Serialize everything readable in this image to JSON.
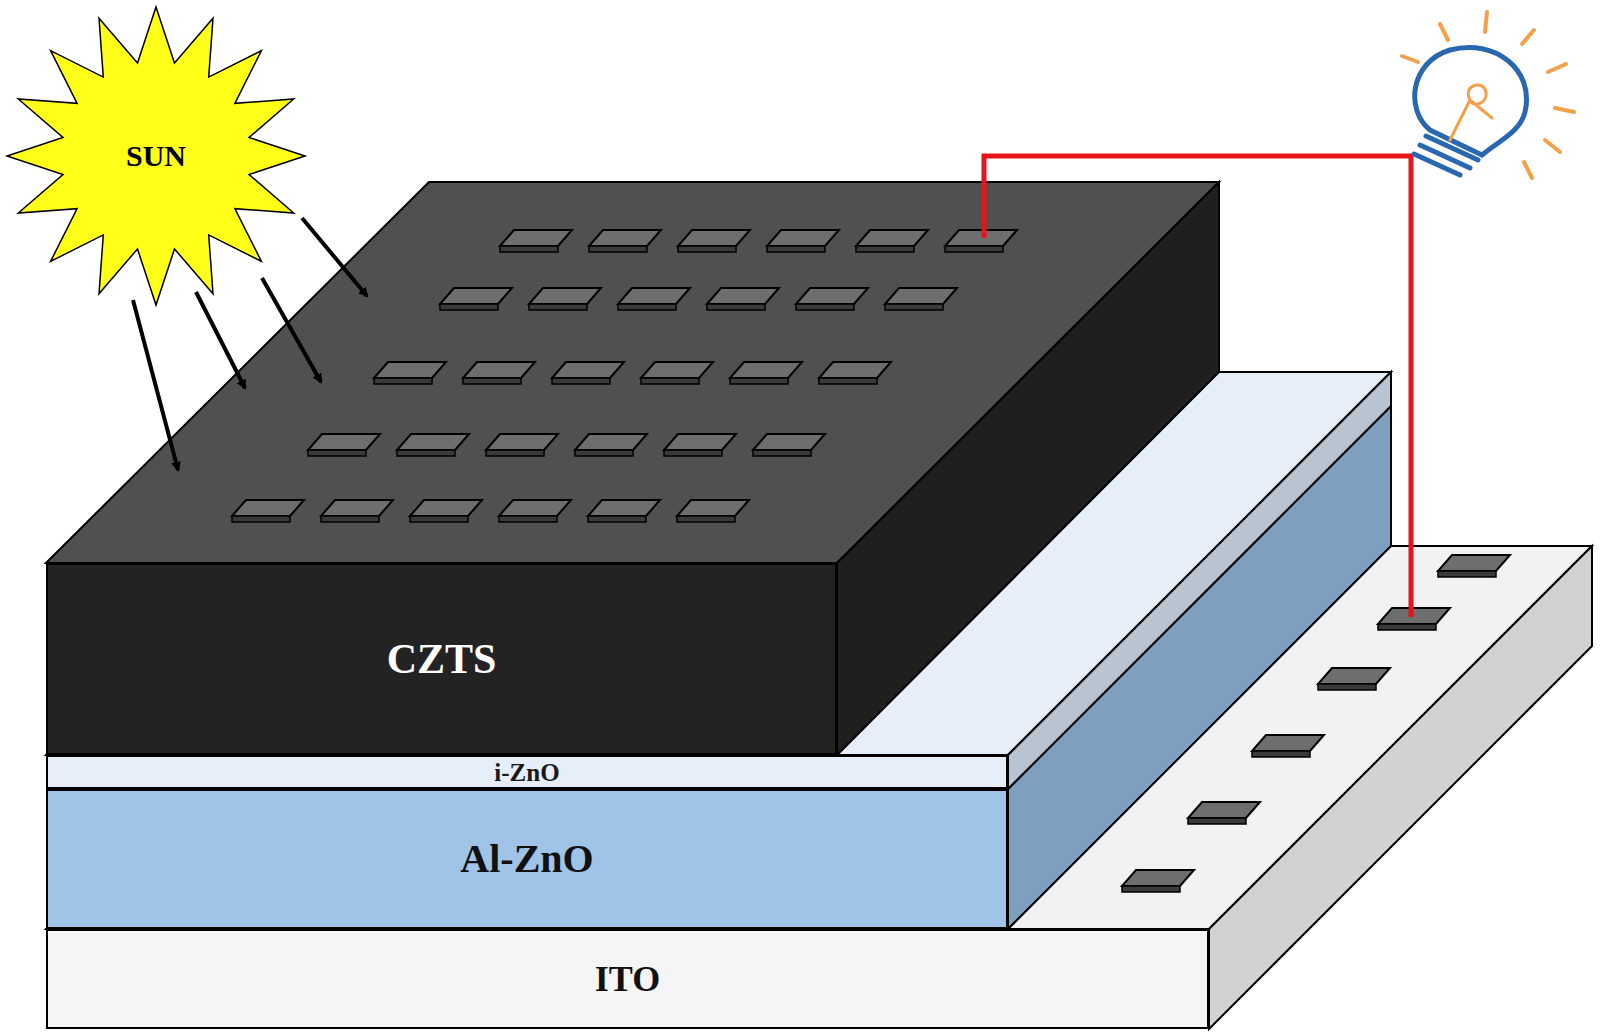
{
  "diagram": {
    "nodes": [
      {
        "text": [
          "SUN"
        ]
      },
      {
        "text": [
          "CZTS"
        ]
      },
      {
        "text": [
          "i-ZnO"
        ]
      },
      {
        "text": [
          "Al-ZnO"
        ]
      },
      {
        "text": [
          "ITO"
        ]
      }
    ],
    "edges": [
      {
        "from": 0,
        "to": 1,
        "arrow": "to"
      },
      {
        "from": 0,
        "to": 1,
        "arrow": "to"
      },
      {
        "from": 0,
        "to": 1,
        "arrow": "to"
      },
      {
        "from": 0,
        "to": 1,
        "arrow": "to"
      }
    ]
  }
}
